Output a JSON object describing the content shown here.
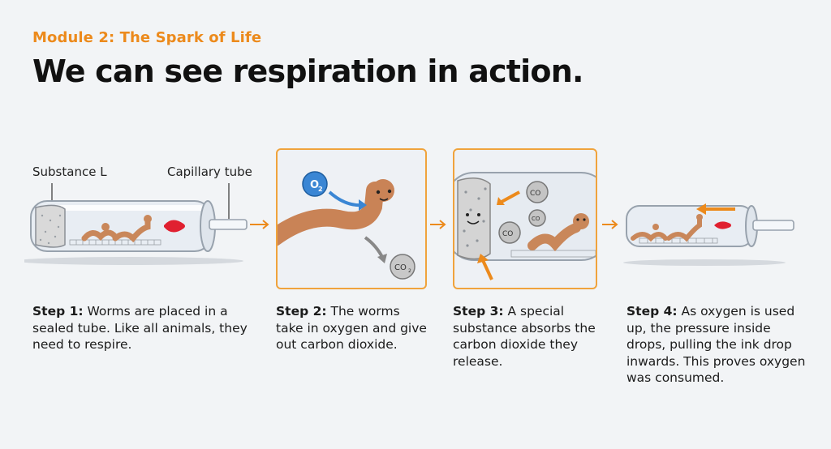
{
  "header": {
    "kicker": "Module 2: The Spark of Life",
    "title": "We can see respiration in action."
  },
  "labels": {
    "substance": "Substance L",
    "capillary": "Capillary tube",
    "o2": "O",
    "o2_sub": "2",
    "co2": "CO",
    "co2_sub": "2"
  },
  "steps": [
    {
      "head": "Step 1:",
      "text": " Worms are placed in a sealed tube. Like all animals, they need to respire."
    },
    {
      "head": "Step 2:",
      "text": " The worms take in oxygen and give out carbon dioxide."
    },
    {
      "head": "Step 3:",
      "text": " A special substance absorbs the carbon dioxide they release."
    },
    {
      "head": "Step 4:",
      "text": " As oxygen is used up, the pressure inside drops, pulling the ink drop inwards. This proves oxygen was consumed."
    }
  ],
  "colors": {
    "accent": "#ec8a1c",
    "worm": "#c9875a",
    "ink": "#e02030",
    "o2_bubble": "#3a86d4",
    "co2_bubble": "#9a9a9a"
  },
  "icons": [
    "worm-icon",
    "ink-drop-icon",
    "o2-bubble-icon",
    "co2-bubble-icon",
    "arrow-right-icon"
  ]
}
